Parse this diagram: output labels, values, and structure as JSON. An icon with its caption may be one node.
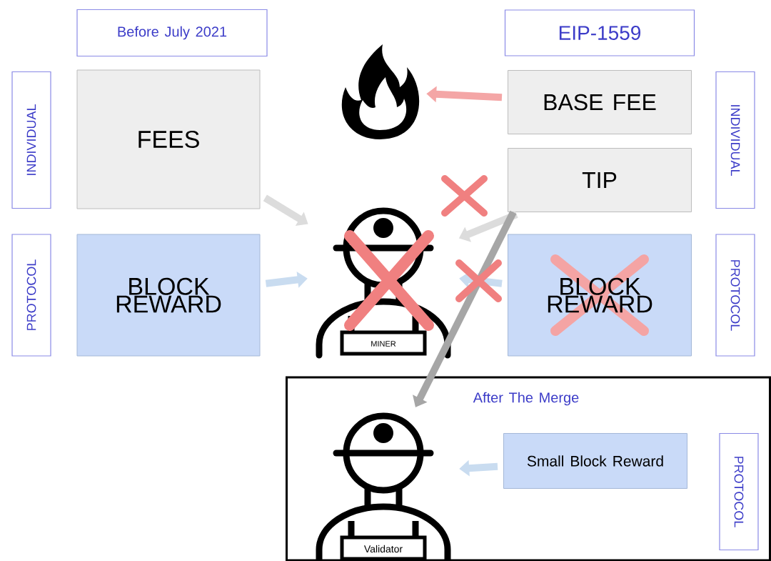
{
  "diagram": {
    "nodes": [
      {
        "text": [
          "Before July 2021"
        ]
      },
      {
        "text": [
          "EIP-1559"
        ]
      },
      {
        "text": [
          "INDIVIDUAL"
        ]
      },
      {
        "text": [
          "FEES"
        ]
      },
      {
        "text": [],
        "shape": "picture"
      },
      {
        "text": [
          "BASE FEE"
        ]
      },
      {
        "text": [
          "INDIVIDUAL"
        ]
      },
      {
        "text": [
          "TIP"
        ]
      },
      {
        "text": [
          "MINER"
        ]
      },
      {
        "text": [
          "PROTOCOL"
        ]
      },
      {
        "text": [
          "BLOCK REWARD"
        ]
      },
      {
        "text": [
          "BLOCK REWARD"
        ]
      },
      {
        "text": [
          "PROTOCOL"
        ]
      },
      {
        "text": [
          "After The Merge"
        ]
      },
      {
        "text": [
          "Validator"
        ],
        "in": 13
      },
      {
        "text": [
          "Small Block Reward"
        ],
        "in": 13
      },
      {
        "text": [
          "PROTOCOL"
        ],
        "in": 13
      }
    ],
    "edges": [
      {
        "from": 3,
        "to": 8,
        "arrow": "to"
      },
      {
        "from": 5,
        "to": 4,
        "arrow": "to",
        "color": "#f4a6a6"
      },
      {
        "from": 7,
        "to": 8,
        "arrow": "to"
      },
      {
        "from": 10,
        "to": 8,
        "arrow": "to",
        "color": "#c9dcf0"
      },
      {
        "from": 11,
        "to": 8,
        "arrow": "to",
        "color": "#c9dcf0"
      },
      {
        "from": 7,
        "to": 14,
        "arrow": "to",
        "color": "#a6a6a6"
      },
      {
        "from": 15,
        "to": 14,
        "arrow": "to",
        "color": "#c9dcf0"
      }
    ]
  }
}
